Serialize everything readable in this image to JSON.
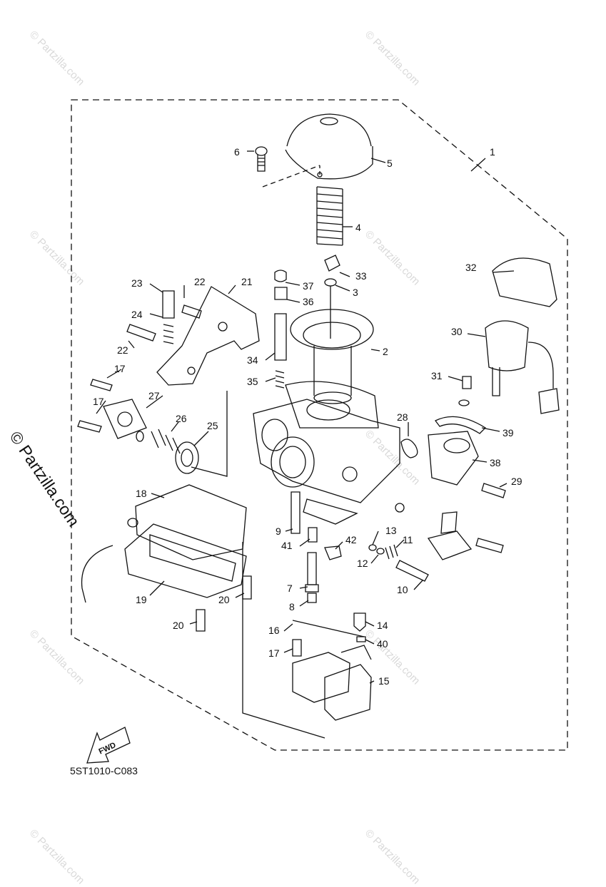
{
  "diagram": {
    "code": "5ST1010-C083",
    "fwd_label": "FWD",
    "watermark_side": "© Partzilla.com",
    "watermark_small": "© Partzilla.com",
    "callouts": [
      "1",
      "2",
      "3",
      "4",
      "5",
      "6",
      "7",
      "8",
      "9",
      "10",
      "11",
      "12",
      "13",
      "14",
      "15",
      "16",
      "17",
      "17",
      "17",
      "18",
      "19",
      "20",
      "20",
      "21",
      "22",
      "22",
      "23",
      "24",
      "25",
      "26",
      "27",
      "28",
      "29",
      "30",
      "31",
      "32",
      "33",
      "34",
      "35",
      "36",
      "37",
      "38",
      "39",
      "40",
      "41",
      "42"
    ]
  }
}
